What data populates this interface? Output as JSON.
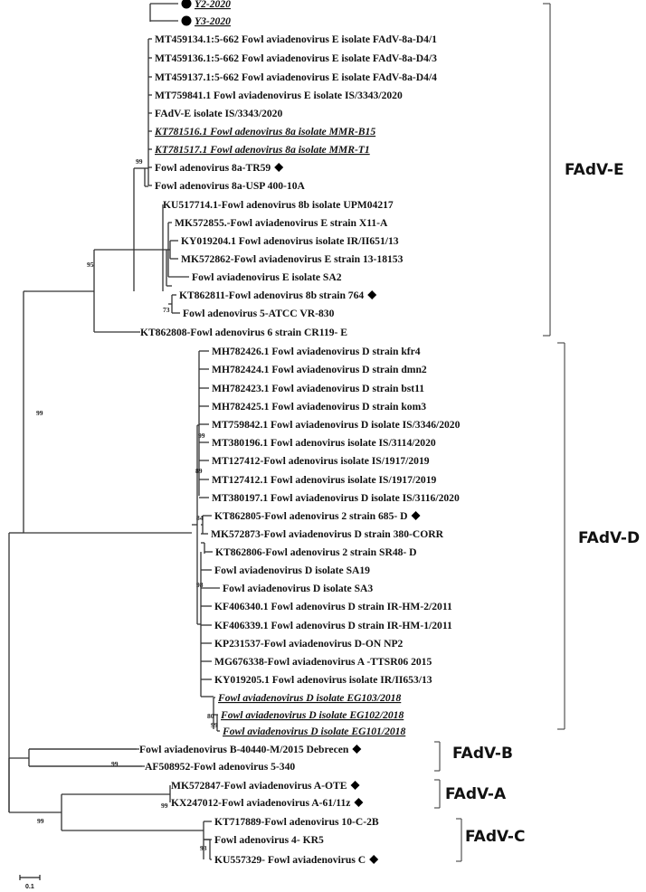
{
  "tree": {
    "clades": [
      {
        "name": "FAdV-E",
        "leaves": [
          {
            "label": "Y2-2020",
            "marker": "circle",
            "style": "italic-underline"
          },
          {
            "label": "Y3-2020",
            "marker": "circle",
            "style": "italic-underline"
          },
          {
            "label": "MT459134.1:5-662 Fowl aviadenovirus E isolate FAdV-8a-D4/1"
          },
          {
            "label": "MT459136.1:5-662 Fowl aviadenovirus E isolate FAdV-8a-D4/3"
          },
          {
            "label": "MT459137.1:5-662 Fowl aviadenovirus E isolate FAdV-8a-D4/4"
          },
          {
            "label": "MT759841.1 Fowl aviadenovirus E isolate IS/3343/2020"
          },
          {
            "label": "FAdV-E isolate IS/3343/2020"
          },
          {
            "label": "KT781516.1 Fowl adenovirus 8a isolate MMR-B15",
            "style": "italic-underline"
          },
          {
            "label": "KT781517.1 Fowl adenovirus 8a isolate MMR-T1",
            "style": "italic-underline"
          },
          {
            "label": "Fowl adenovirus 8a-TR59",
            "marker": "diamond"
          },
          {
            "label": "Fowl adenovirus 8a-USP 400-10A"
          },
          {
            "label": "KU517714.1-Fowl adenovirus 8b isolate UPM04217"
          },
          {
            "label": "MK572855.-Fowl aviadenovirus E strain X11-A"
          },
          {
            "label": "KY019204.1 Fowl adenovirus isolate IR/II651/13"
          },
          {
            "label": "MK572862-Fowl aviadenovirus E strain 13-18153"
          },
          {
            "label": "Fowl aviadenovirus E isolate SA2"
          },
          {
            "label": "KT862811-Fowl adenovirus 8b strain 764",
            "marker": "diamond"
          },
          {
            "label": "Fowl adenovirus 5-ATCC VR-830"
          },
          {
            "label": "KT862808-Fowl adenovirus 6 strain CR119- E"
          }
        ]
      },
      {
        "name": "FAdV-D",
        "leaves": [
          {
            "label": "MH782426.1 Fowl aviadenovirus D strain kfr4"
          },
          {
            "label": "MH782424.1 Fowl aviadenovirus D strain dmn2"
          },
          {
            "label": "MH782423.1 Fowl aviadenovirus D strain bst11"
          },
          {
            "label": "MH782425.1 Fowl aviadenovirus D strain kom3"
          },
          {
            "label": "MT759842.1 Fowl aviadenovirus D isolate IS/3346/2020"
          },
          {
            "label": "MT380196.1 Fowl adenovirus isolate IS/3114/2020"
          },
          {
            "label": "MT127412-Fowl adenovirus isolate IS/1917/2019"
          },
          {
            "label": "MT127412.1 Fowl adenovirus isolate IS/1917/2019"
          },
          {
            "label": "MT380197.1 Fowl aviadenovirus D isolate IS/3116/2020"
          },
          {
            "label": "KT862805-Fowl adenovirus 2 strain 685- D",
            "marker": "diamond"
          },
          {
            "label": "MK572873-Fowl aviadenovirus D strain 380-CORR"
          },
          {
            "label": "KT862806-Fowl adenovirus 2 strain SR48- D"
          },
          {
            "label": "Fowl aviadenovirus D isolate SA19"
          },
          {
            "label": "Fowl aviadenovirus D isolate SA3"
          },
          {
            "label": "KF406340.1 Fowl adenovirus D strain IR-HM-2/2011"
          },
          {
            "label": "KF406339.1 Fowl adenovirus D strain IR-HM-1/2011"
          },
          {
            "label": "KP231537-Fowl aviadenovirus D-ON NP2"
          },
          {
            "label": "MG676338-Fowl aviadenovirus A -TTSR06 2015"
          },
          {
            "label": "KY019205.1 Fowl adenovirus isolate IR/II653/13"
          },
          {
            "label": "Fowl aviadenovirus D isolate EG103/2018",
            "style": "italic-underline"
          },
          {
            "label": "Fowl aviadenovirus D isolate EG102/2018",
            "style": "italic-underline"
          },
          {
            "label": "Fowl aviadenovirus D isolate EG101/2018",
            "style": "italic-underline"
          }
        ]
      },
      {
        "name": "FAdV-B",
        "leaves": [
          {
            "label": "Fowl aviadenovirus B-40440-M/2015 Debrecen",
            "marker": "diamond"
          },
          {
            "label": "AF508952-Fowl adenovirus 5-340"
          }
        ]
      },
      {
        "name": "FAdV-A",
        "leaves": [
          {
            "label": "MK572847-Fowl aviadenovirus A-OTE",
            "marker": "diamond"
          },
          {
            "label": "KX247012-Fowl aviadenovirus A-61/11z",
            "marker": "diamond"
          }
        ]
      },
      {
        "name": "FAdV-C",
        "leaves": [
          {
            "label": "KT717889-Fowl adenovirus 10-C-2B"
          },
          {
            "label": "Fowl adenovirus 4- KR5"
          },
          {
            "label": "KU557329- Fowl aviadenovirus C",
            "marker": "diamond"
          }
        ]
      }
    ],
    "bootstraps": {
      "e_main": "99",
      "e_sub": "95",
      "e_8b": "73",
      "de": "99",
      "d_inner1": "99",
      "d_inner2": "89",
      "d_inner3": "84",
      "d_inner4": "98",
      "d_eg": "80",
      "d_eg2": "99",
      "b": "99",
      "a": "99",
      "ac": "99",
      "c": "93"
    },
    "scale_bar": "0.1"
  }
}
